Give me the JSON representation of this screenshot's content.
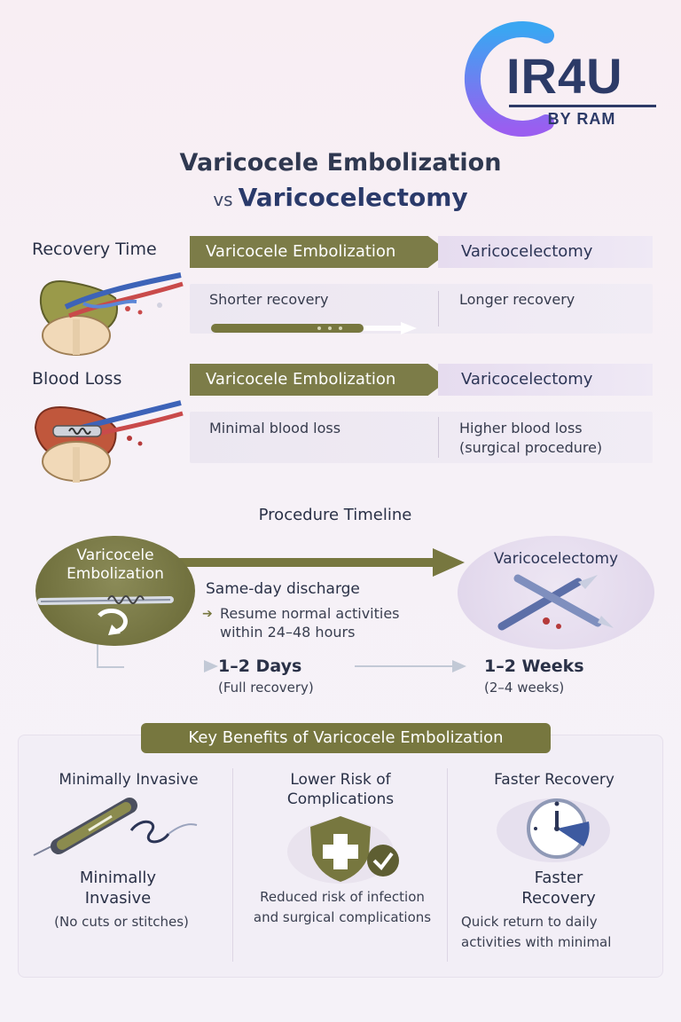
{
  "logo": {
    "mark": "IR4U",
    "sub": "BY RAM",
    "ring_colors": [
      "#3aa6f2",
      "#9a5ef0"
    ]
  },
  "title": {
    "line1": "Varicocele Embolization",
    "vs": "vs",
    "line2": "Varicocelectomy"
  },
  "comparison": [
    {
      "label": "Recovery Time",
      "left_header": "Varicocele Embolization",
      "right_header": "Varicocelectomy",
      "left_value": "Shorter recovery",
      "right_value": "Longer recovery"
    },
    {
      "label": "Blood Loss",
      "left_header": "Varicocele Embolization",
      "right_header": "Varicocelectomy",
      "left_value": "Minimal blood loss",
      "right_value_line1": "Higher blood loss",
      "right_value_line2": "(surgical procedure)"
    }
  ],
  "timeline": {
    "title": "Procedure Timeline",
    "left_label_line1": "Varicocele",
    "left_label_line2": "Embolization",
    "right_label": "Varicocelectomy",
    "discharge": "Same-day discharge",
    "resume_line1": "Resume normal activities",
    "resume_line2": "within 24–48 hours",
    "left_duration": "1–2 Days",
    "left_duration_note": "(Full recovery)",
    "right_duration": "1–2 Weeks",
    "right_duration_note": "(2–4 weeks)"
  },
  "benefits": {
    "banner": "Key Benefits of Varicocele Embolization",
    "columns": [
      {
        "head": "Minimally Invasive",
        "big_line1": "Minimally",
        "big_line2": "Invasive",
        "desc_line1": "(No cuts or stitches)"
      },
      {
        "head_line1": "Lower Risk of",
        "head_line2": "Complications",
        "desc_line1": "Reduced risk of infection",
        "desc_line2": "and surgical complications"
      },
      {
        "head": "Faster Recovery",
        "big_line1": "Faster",
        "big_line2": "Recovery",
        "desc_line1": "Quick return to daily",
        "desc_line2": "activities with minimal"
      }
    ]
  },
  "colors": {
    "olive": "#7c7c48",
    "lavender": "#e6dcef",
    "navy": "#2c3a67"
  },
  "icons": [
    "kidney-vein-illustration",
    "kidney-coil-illustration",
    "catheter-coil-illustration",
    "scalpel-icon",
    "catheter-icon",
    "shield-plus-icon",
    "check-badge-icon",
    "stopwatch-icon",
    "arrow-right-icon"
  ]
}
